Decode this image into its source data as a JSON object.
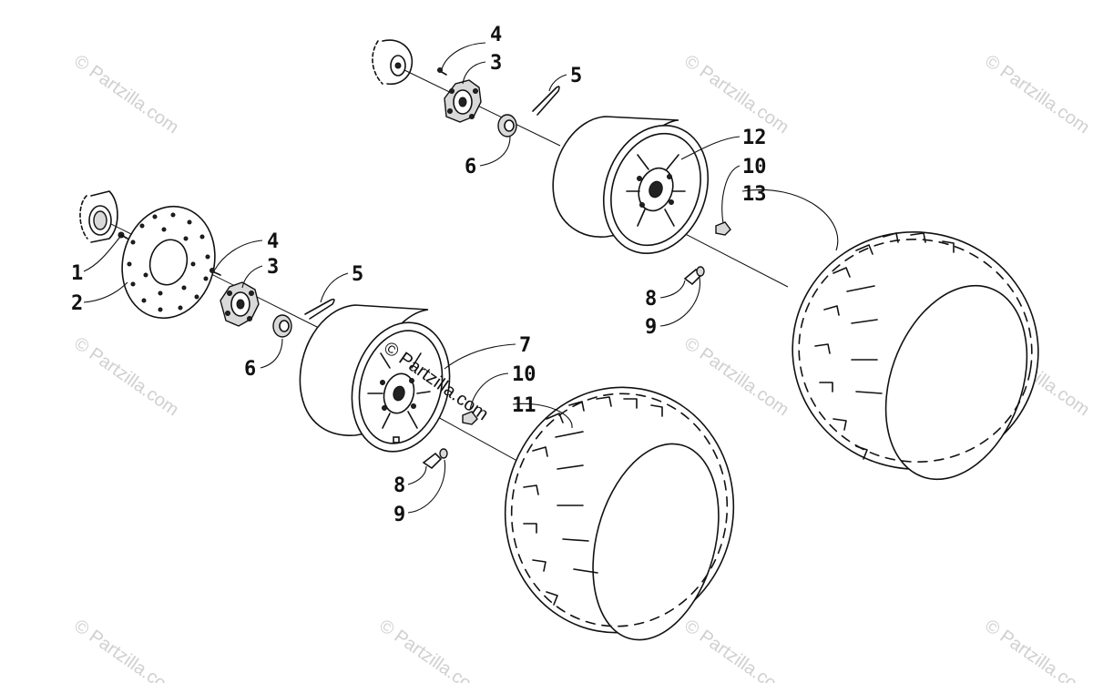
{
  "watermark": {
    "text": "© Partzilla.com",
    "center_text": "© Partzilla.com"
  },
  "callouts": {
    "c1": "1",
    "c2": "2",
    "c3a": "3",
    "c4a": "4",
    "c5a": "5",
    "c6a": "6",
    "c7": "7",
    "c8a": "8",
    "c9a": "9",
    "c10a": "10",
    "c11": "11",
    "c3b": "3",
    "c4b": "4",
    "c5b": "5",
    "c6b": "6",
    "c8b": "8",
    "c9b": "9",
    "c10b": "10",
    "c12": "12",
    "c13": "13"
  },
  "colors": {
    "line": "#111111",
    "background": "#ffffff",
    "watermark": "#d0d0d0"
  }
}
